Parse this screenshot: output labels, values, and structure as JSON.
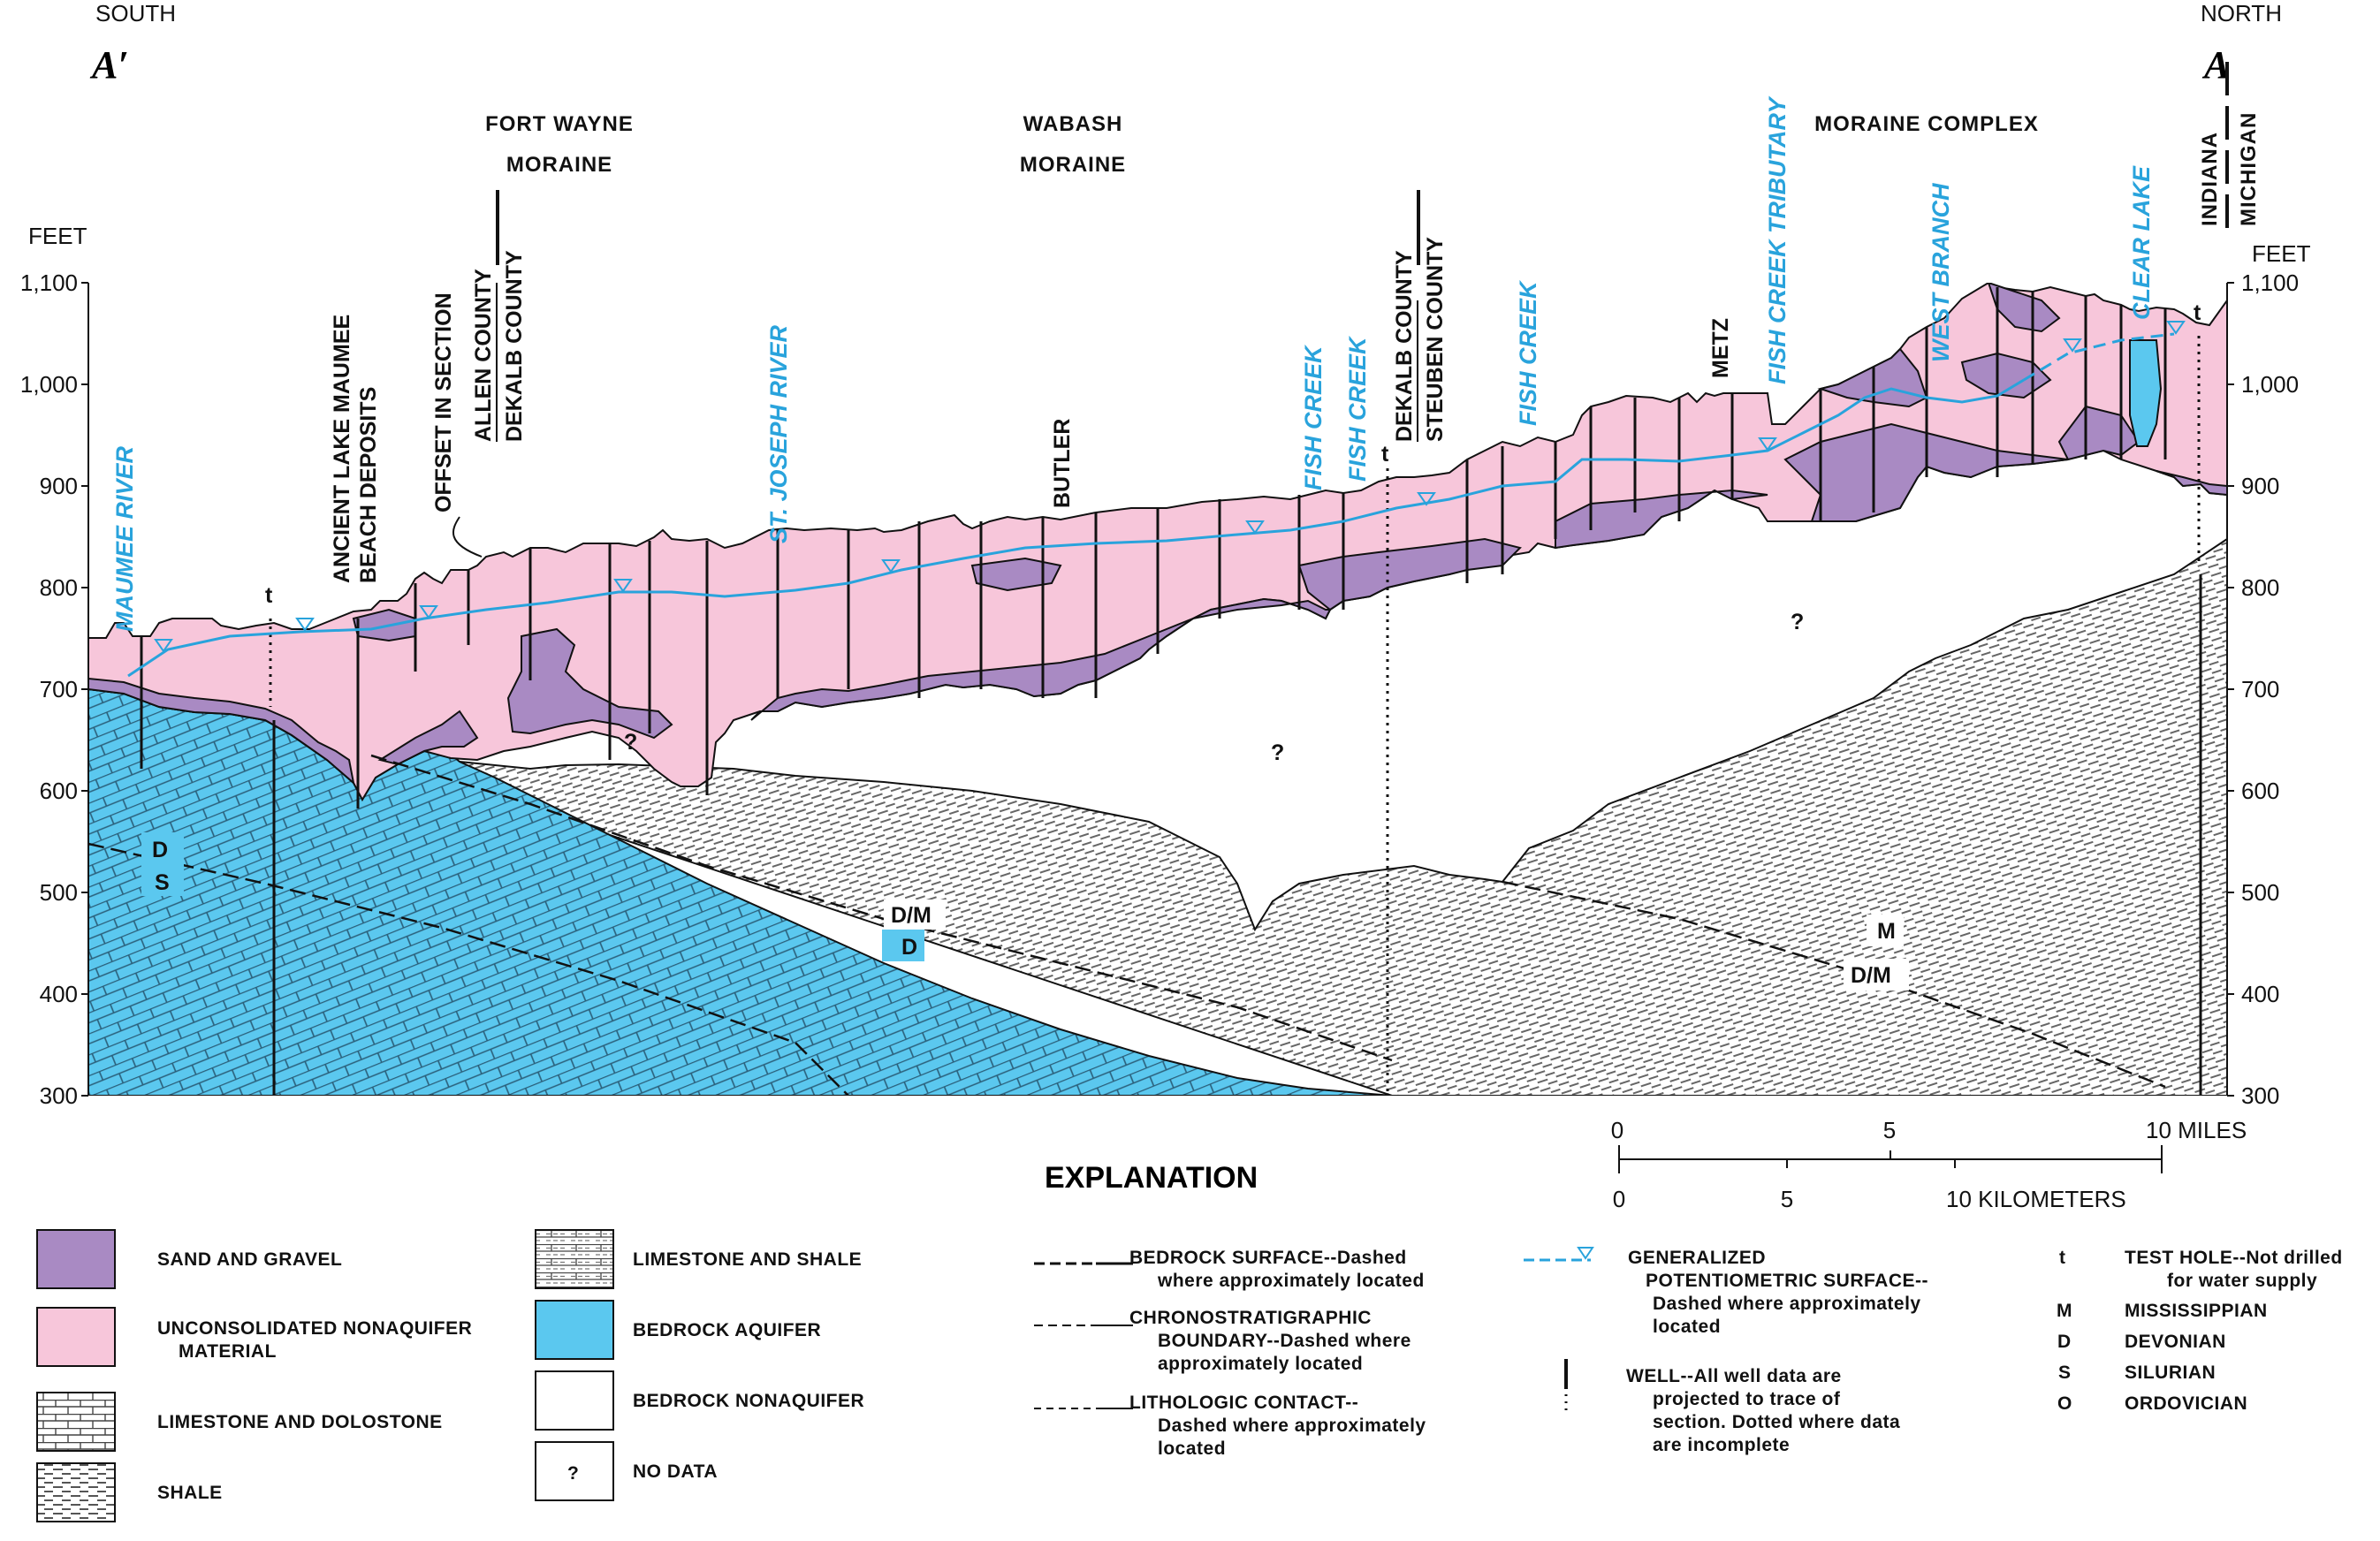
{
  "header": {
    "south": "SOUTH",
    "north": "NORTH",
    "label_left": "A′",
    "label_right": "A",
    "moraine_1_line1": "FORT WAYNE",
    "moraine_1_line2": "MORAINE",
    "moraine_2_line1": "WABASH",
    "moraine_2_line2": "MORAINE",
    "moraine_3": "MORAINE COMPLEX",
    "state_line_top": "INDIANA",
    "state_line_bottom": "MICHIGAN"
  },
  "axis": {
    "unit_left": "FEET",
    "unit_right": "FEET",
    "ticks": [
      "1,100",
      "1,000",
      "900",
      "800",
      "700",
      "600",
      "500",
      "400",
      "300"
    ]
  },
  "labels": {
    "maumee_river": "MAUMEE RIVER",
    "ancient_line1": "ANCIENT LAKE MAUMEE",
    "ancient_line2": "BEACH DEPOSITS",
    "offset": "OFFSET IN SECTION",
    "allen_county": "ALLEN COUNTY",
    "dekalb_county_1": "DEKALB COUNTY",
    "st_joseph_river": "ST. JOSEPH RIVER",
    "butler": "BUTLER",
    "fish_creek_1": "FISH CREEK",
    "fish_creek_2": "FISH CREEK",
    "dekalb_county_2": "DEKALB COUNTY",
    "steuben_county": "STEUBEN COUNTY",
    "fish_creek_3": "FISH CREEK",
    "metz": "METZ",
    "fish_creek_tributary": "FISH CREEK TRIBUTARY",
    "west_branch": "WEST BRANCH",
    "clear_lake": "CLEAR LAKE",
    "test_hole_t": "t",
    "no_data": "?",
    "ds_d": "D",
    "ds_s": "S",
    "dm_1": "D/M",
    "d_1": "D",
    "m_2": "M",
    "dm_2": "D/M"
  },
  "scale": {
    "miles": [
      "0",
      "5",
      "10 MILES"
    ],
    "km": [
      "0",
      "5",
      "10 KILOMETERS"
    ]
  },
  "explanation": {
    "title": "EXPLANATION",
    "sand_gravel": "SAND AND GRAVEL",
    "unconsolidated_1": "UNCONSOLIDATED NONAQUIFER",
    "unconsolidated_2": "MATERIAL",
    "limestone_dolostone": "LIMESTONE AND DOLOSTONE",
    "shale": "SHALE",
    "limestone_shale": "LIMESTONE AND SHALE",
    "bedrock_aquifer": "BEDROCK AQUIFER",
    "bedrock_nonaquifer": "BEDROCK NONAQUIFER",
    "no_data_symbol": "?",
    "no_data": "NO DATA",
    "bedrock_surface_1": "BEDROCK SURFACE--Dashed",
    "bedrock_surface_2": "where approximately located",
    "chrono_1": "CHRONOSTRATIGRAPHIC",
    "chrono_2": "BOUNDARY--Dashed where",
    "chrono_3": "approximately located",
    "litho_1": "LITHOLOGIC CONTACT--",
    "litho_2": "Dashed where approximately",
    "litho_3": "located",
    "potent_1": "GENERALIZED",
    "potent_2": "POTENTIOMETRIC SURFACE--",
    "potent_3": "Dashed where approximately",
    "potent_4": "located",
    "well_1": "WELL--All well data are",
    "well_2": "projected to trace of",
    "well_3": "section. Dotted where data",
    "well_4": "are incomplete",
    "t_symbol": "t",
    "test_hole_1": "TEST HOLE--Not drilled",
    "test_hole_2": "for water supply",
    "m_symbol": "M",
    "mississippian": "MISSISSIPPIAN",
    "d_symbol": "D",
    "devonian": "DEVONIAN",
    "s_symbol": "S",
    "silurian": "SILURIAN",
    "o_symbol": "O",
    "ordovician": "ORDOVICIAN"
  },
  "colors": {
    "sand_gravel": "#a98ac3",
    "unconsolidated": "#f7c6da",
    "bedrock_aquifer": "#5bc8ef",
    "water_line": "#29a3dc"
  }
}
